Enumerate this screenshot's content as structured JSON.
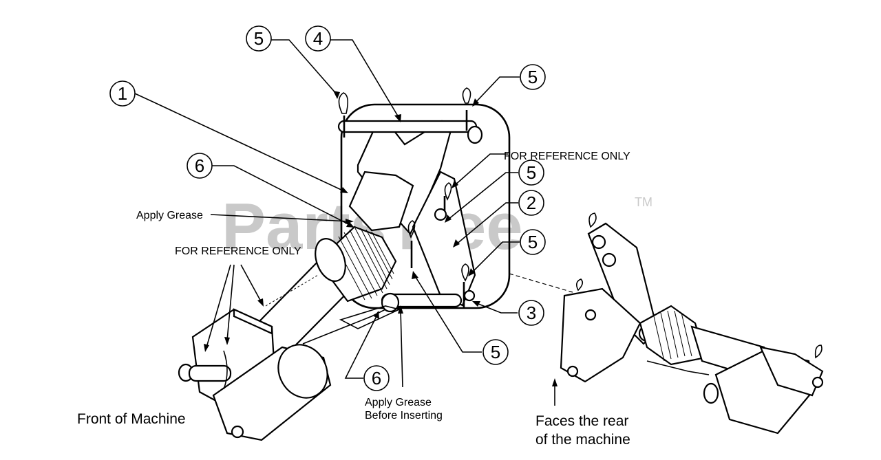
{
  "watermark": {
    "text": "PartsTree",
    "tm": "TM"
  },
  "callouts": [
    {
      "id": "c-5a",
      "number": "5"
    },
    {
      "id": "c-4",
      "number": "4"
    },
    {
      "id": "c-5b",
      "number": "5"
    },
    {
      "id": "c-1",
      "number": "1"
    },
    {
      "id": "c-6a",
      "number": "6"
    },
    {
      "id": "c-5c",
      "number": "5"
    },
    {
      "id": "c-2",
      "number": "2"
    },
    {
      "id": "c-5d",
      "number": "5"
    },
    {
      "id": "c-3",
      "number": "3"
    },
    {
      "id": "c-5e",
      "number": "5"
    },
    {
      "id": "c-6b",
      "number": "6"
    }
  ],
  "labels": {
    "for_reference_only_right": "FOR REFERENCE ONLY",
    "for_reference_only_left": "FOR REFERENCE ONLY",
    "apply_grease": "Apply Grease",
    "apply_grease_before_1": "Apply Grease",
    "apply_grease_before_2": "Before Inserting",
    "front_of_machine": "Front of Machine",
    "faces_rear_1": "Faces the rear",
    "faces_rear_2": "of the machine"
  }
}
